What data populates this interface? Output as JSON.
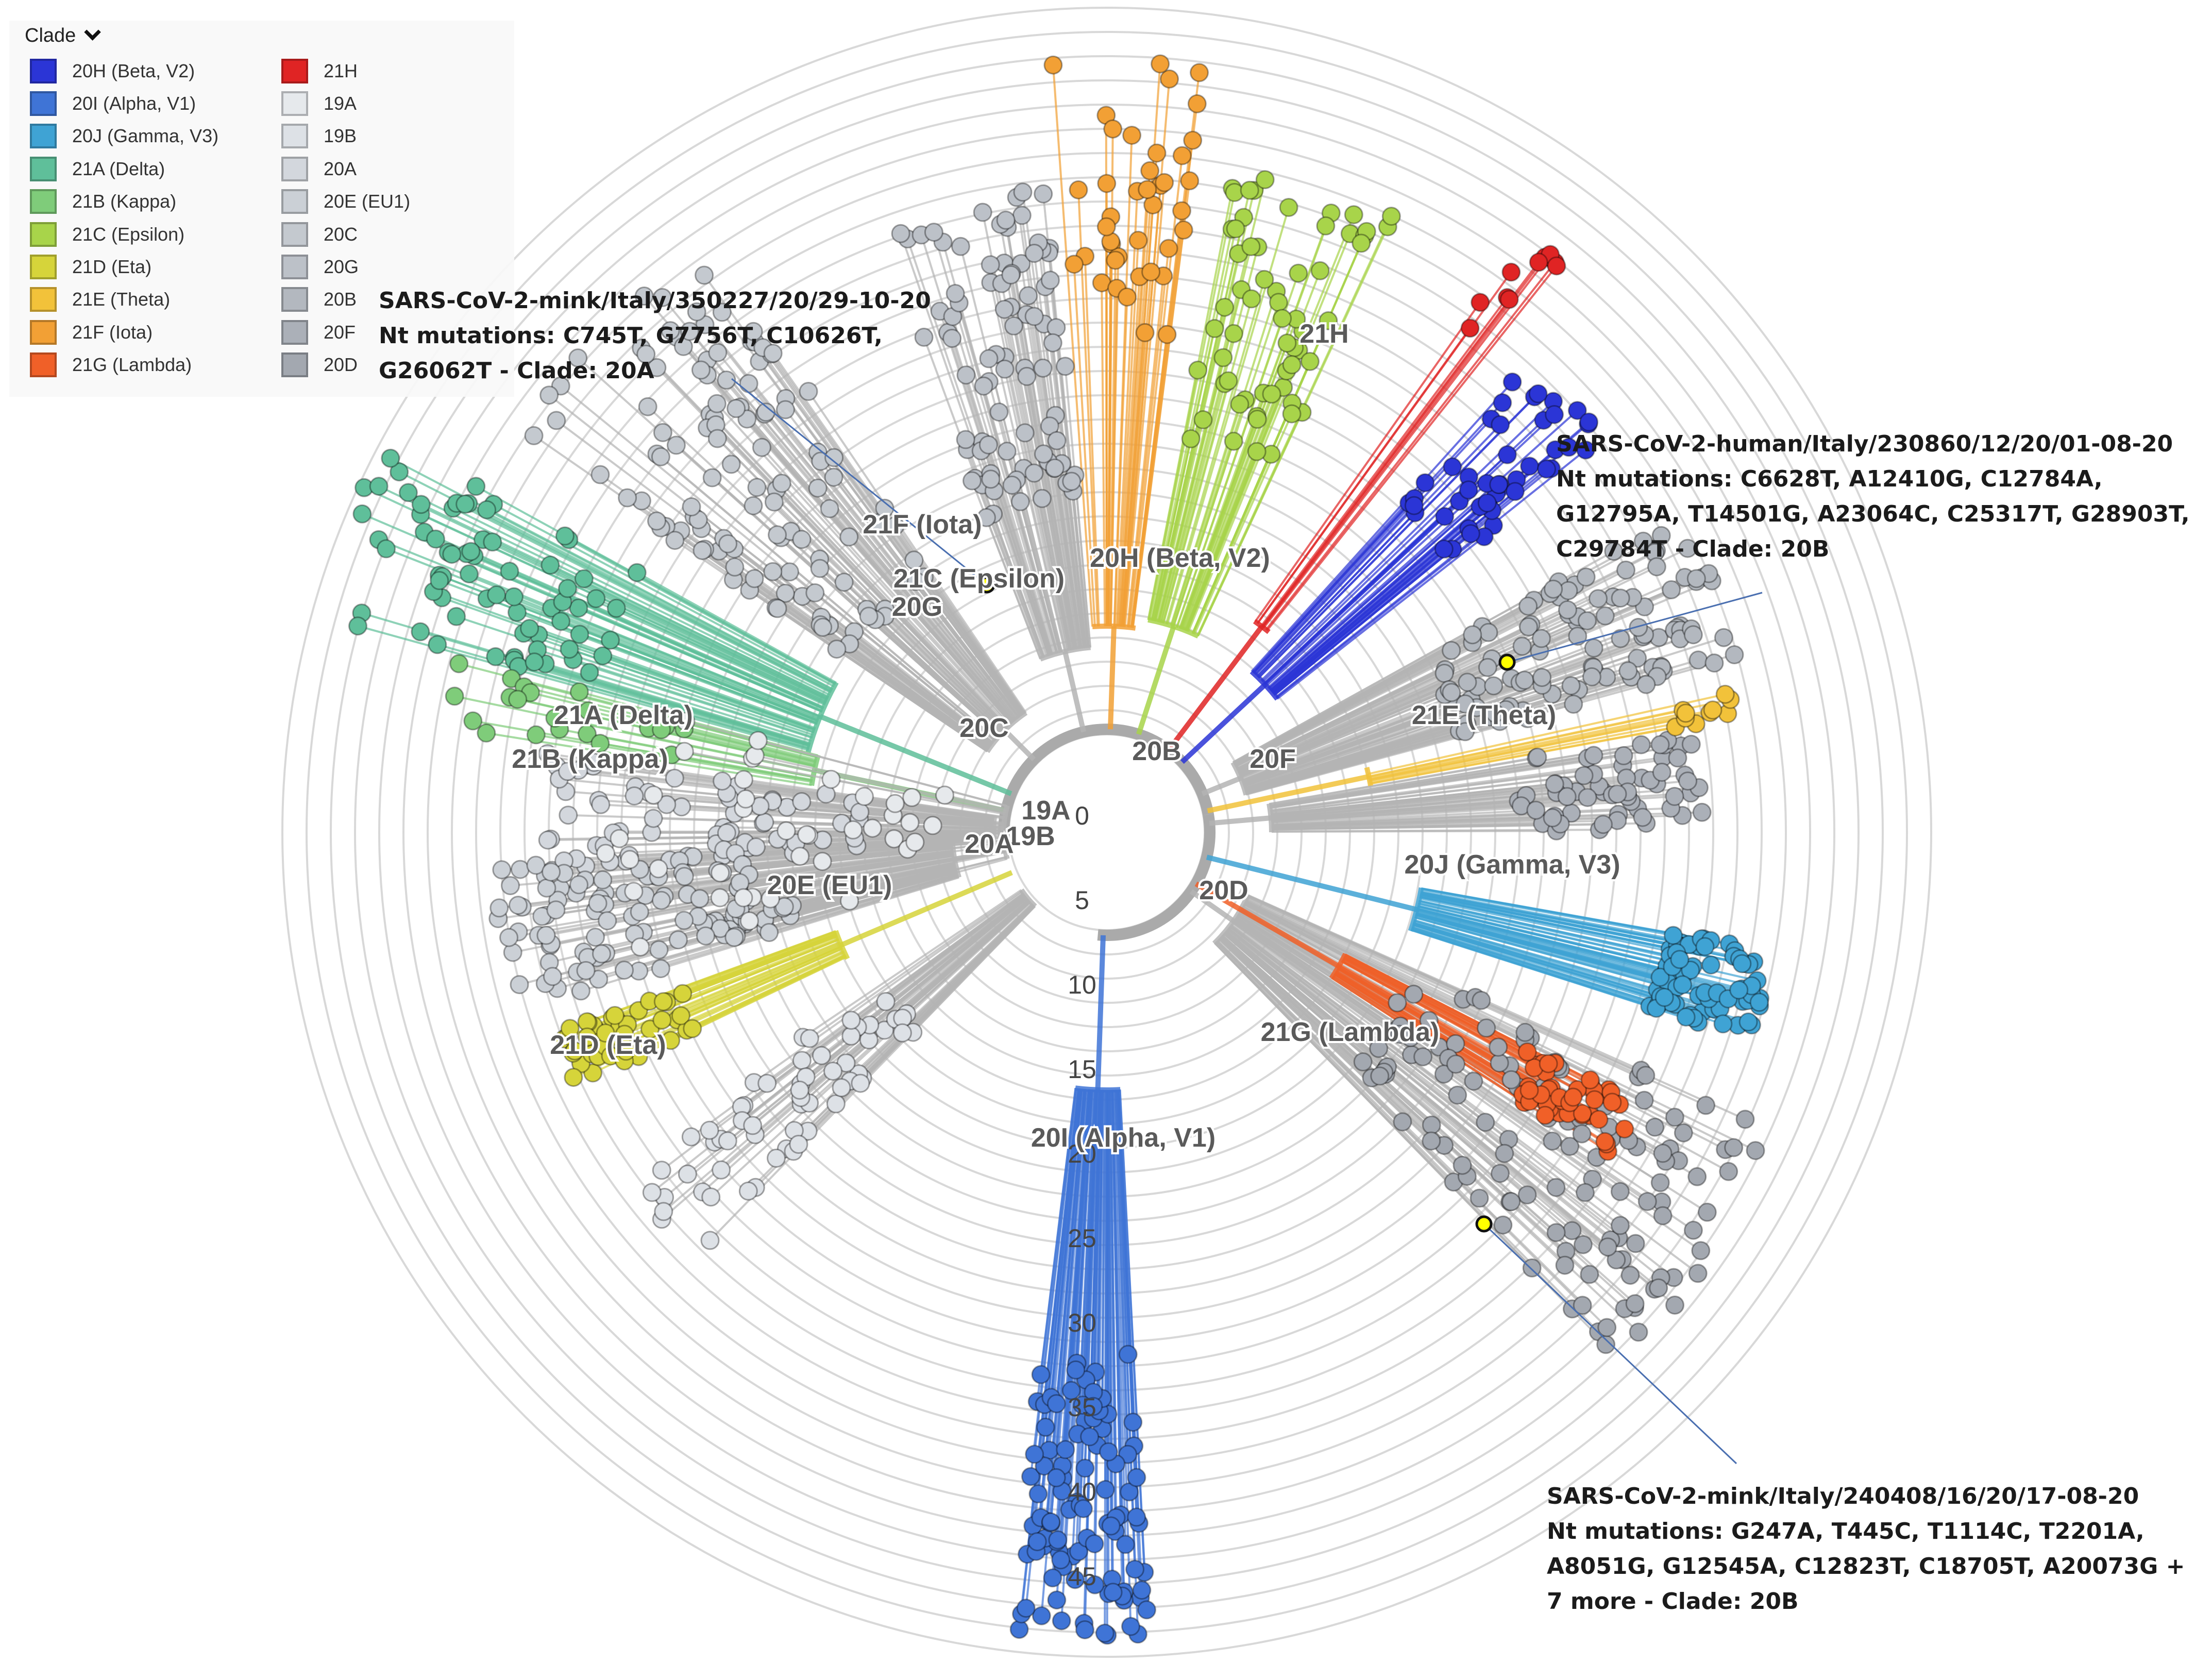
{
  "legend": {
    "title": "Clade",
    "items": [
      {
        "label": "20H (Beta, V2)",
        "color": "#2b35d6"
      },
      {
        "label": "20I (Alpha, V1)",
        "color": "#3f74d6"
      },
      {
        "label": "20J (Gamma, V3)",
        "color": "#3fa3d4"
      },
      {
        "label": "21A (Delta)",
        "color": "#5fbf9a"
      },
      {
        "label": "21B (Kappa)",
        "color": "#7fcc7a"
      },
      {
        "label": "21C (Epsilon)",
        "color": "#a8d44a"
      },
      {
        "label": "21D (Eta)",
        "color": "#d6d43a"
      },
      {
        "label": "21E (Theta)",
        "color": "#f2c23a"
      },
      {
        "label": "21F (Iota)",
        "color": "#f2a035"
      },
      {
        "label": "21G (Lambda)",
        "color": "#f06028"
      },
      {
        "label": "21H",
        "color": "#e02424"
      },
      {
        "label": "19A",
        "color": "#e6e9ec"
      },
      {
        "label": "19B",
        "color": "#dde1e6"
      },
      {
        "label": "20A",
        "color": "#d3d7dd"
      },
      {
        "label": "20E (EU1)",
        "color": "#cbd0d6"
      },
      {
        "label": "20C",
        "color": "#c4c9cf"
      },
      {
        "label": "20G",
        "color": "#bcc1c8"
      },
      {
        "label": "20B",
        "color": "#b3b8bf"
      },
      {
        "label": "20F",
        "color": "#abb0b8"
      },
      {
        "label": "20D",
        "color": "#a3a8b0"
      }
    ]
  },
  "clade_labels": [
    {
      "text": "21F (Iota)"
    },
    {
      "text": "21C (Epsilon)"
    },
    {
      "text": "20G"
    },
    {
      "text": "20H (Beta, V2)"
    },
    {
      "text": "21H"
    },
    {
      "text": "21A (Delta)"
    },
    {
      "text": "21B (Kappa)"
    },
    {
      "text": "20C"
    },
    {
      "text": "20B"
    },
    {
      "text": "20F"
    },
    {
      "text": "21E (Theta)"
    },
    {
      "text": "19A"
    },
    {
      "text": "19B"
    },
    {
      "text": "20A"
    },
    {
      "text": "20E (EU1)"
    },
    {
      "text": "20D"
    },
    {
      "text": "20J (Gamma, V3)"
    },
    {
      "text": "21G (Lambda)"
    },
    {
      "text": "21D (Eta)"
    },
    {
      "text": "20I (Alpha, V1)"
    }
  ],
  "radial_axis_ticks": [
    "0",
    "5",
    "10",
    "15",
    "20",
    "25",
    "30",
    "35",
    "40",
    "45"
  ],
  "annotations": [
    {
      "lines": [
        "SARS-CoV-2-mink/Italy/350227/20/29-10-20",
        "Nt mutations: C745T, G7756T, C10626T,",
        "G26062T -  Clade: 20A"
      ]
    },
    {
      "lines": [
        "SARS-CoV-2-human/Italy/230860/12/20/01-08-20",
        "Nt mutations: C6628T, A12410G, C12784A,",
        "G12795A, T14501G, A23064C, C25317T, G28903T,",
        "C29784T - Clade: 20B"
      ]
    },
    {
      "lines": [
        "SARS-CoV-2-mink/Italy/240408/16/20/17-08-20",
        "Nt mutations: G247A, T445C, T1114C, T2201A,",
        "A8051G, G12545A, C12823T, C18705T, A20073G +",
        "7 more - Clade: 20B"
      ]
    }
  ]
}
